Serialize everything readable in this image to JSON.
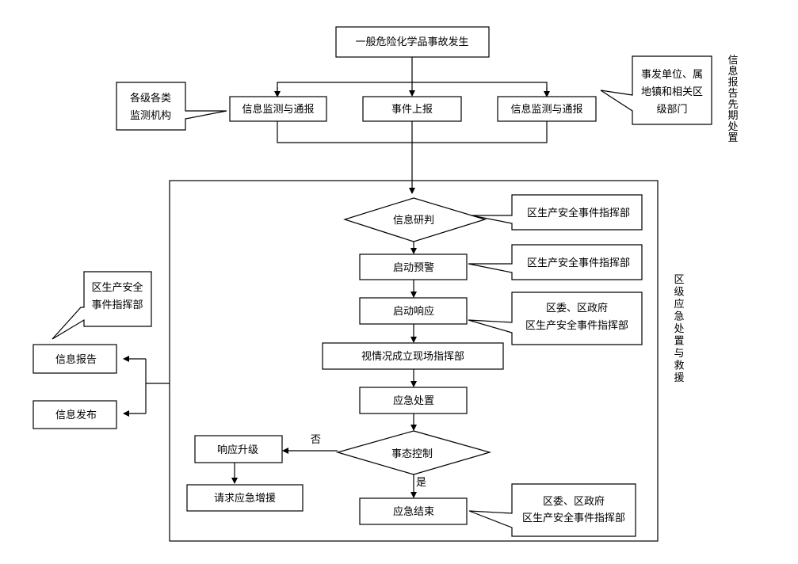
{
  "title": "一般危险化学品事故发生",
  "top_row": {
    "left": "信息监测与通报",
    "center": "事件上报",
    "right": "信息监测与通报"
  },
  "callouts": {
    "left_top": [
      "各级各类",
      "监测机构"
    ],
    "right_top": [
      "事发单位、属",
      "地镇和相关区",
      "级部门"
    ],
    "left_mid": [
      "区生产安全",
      "事件指挥部"
    ],
    "research": [
      "区生产安全事件指挥部"
    ],
    "warning": [
      "区生产安全事件指挥部"
    ],
    "response": [
      "区委、区政府",
      "区生产安全事件指挥部"
    ],
    "end": [
      "区委、区政府",
      "区生产安全事件指挥部"
    ]
  },
  "side_labels": {
    "phase1": "信息报告先期处置",
    "phase2": "区级应急处置与救援"
  },
  "flow": {
    "research": "信息研判",
    "warning": "启动预警",
    "response": "启动响应",
    "field_command": "视情况成立现场指挥部",
    "disposal": "应急处置",
    "control": "事态控制",
    "end": "应急结束",
    "upgrade": "响应升级",
    "reinforce": "请求应急增援",
    "info_report": "信息报告",
    "info_release": "信息发布"
  },
  "branch_labels": {
    "no": "否",
    "yes": "是"
  }
}
